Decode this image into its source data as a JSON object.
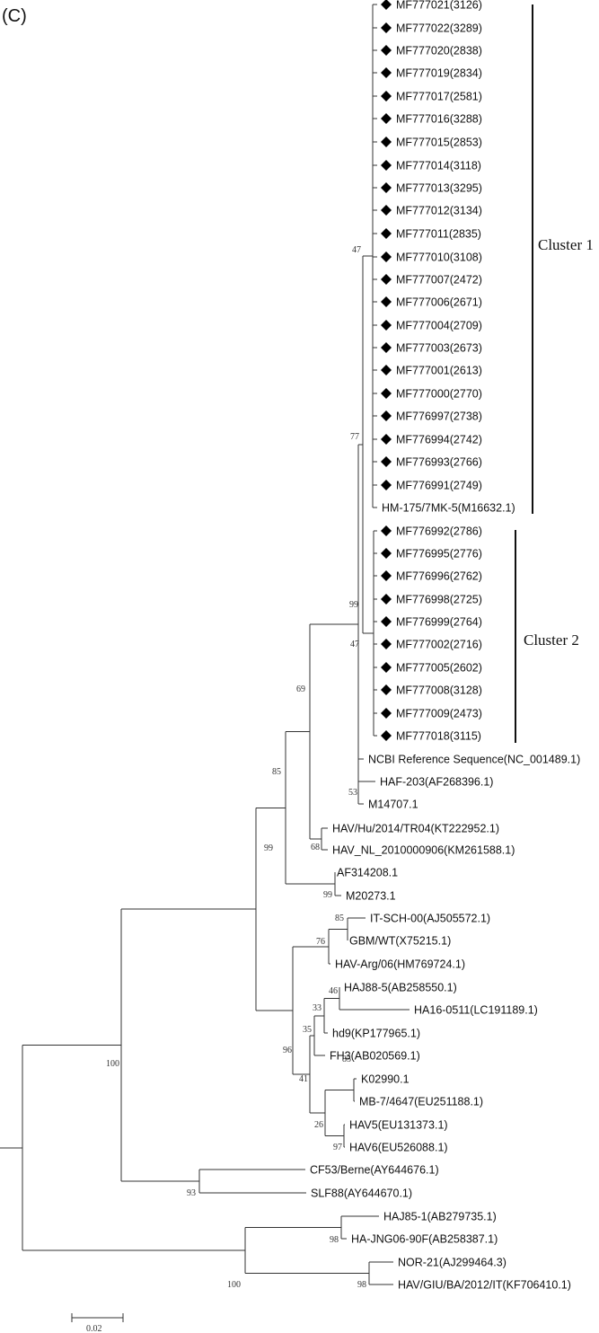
{
  "panel_label": "(C)",
  "scale_bar_label": "0.02",
  "clusters": [
    "Cluster 1",
    "Cluster 2"
  ],
  "leaves": [
    {
      "label": "MF777021(3126)",
      "diamond": true
    },
    {
      "label": "MF777022(3289)",
      "diamond": true
    },
    {
      "label": "MF777020(2838)",
      "diamond": true
    },
    {
      "label": "MF777019(2834)",
      "diamond": true
    },
    {
      "label": "MF777017(2581)",
      "diamond": true
    },
    {
      "label": "MF777016(3288)",
      "diamond": true
    },
    {
      "label": "MF777015(2853)",
      "diamond": true
    },
    {
      "label": "MF777014(3118)",
      "diamond": true
    },
    {
      "label": "MF777013(3295)",
      "diamond": true
    },
    {
      "label": "MF777012(3134)",
      "diamond": true
    },
    {
      "label": "MF777011(2835)",
      "diamond": true
    },
    {
      "label": "MF777010(3108)",
      "diamond": true
    },
    {
      "label": "MF777007(2472)",
      "diamond": true
    },
    {
      "label": "MF777006(2671)",
      "diamond": true
    },
    {
      "label": "MF777004(2709)",
      "diamond": true
    },
    {
      "label": "MF777003(2673)",
      "diamond": true
    },
    {
      "label": "MF777001(2613)",
      "diamond": true
    },
    {
      "label": "MF777000(2770)",
      "diamond": true
    },
    {
      "label": "MF776997(2738)",
      "diamond": true
    },
    {
      "label": "MF776994(2742)",
      "diamond": true
    },
    {
      "label": "MF776993(2766)",
      "diamond": true
    },
    {
      "label": "MF776991(2749)",
      "diamond": true
    },
    {
      "label": "HM-175/7MK-5(M16632.1)",
      "diamond": false
    },
    {
      "label": "MF776992(2786)",
      "diamond": true
    },
    {
      "label": "MF776995(2776)",
      "diamond": true
    },
    {
      "label": "MF776996(2762)",
      "diamond": true
    },
    {
      "label": "MF776998(2725)",
      "diamond": true
    },
    {
      "label": "MF776999(2764)",
      "diamond": true
    },
    {
      "label": "MF777002(2716)",
      "diamond": true
    },
    {
      "label": "MF777005(2602)",
      "diamond": true
    },
    {
      "label": "MF777008(3128)",
      "diamond": true
    },
    {
      "label": "MF777009(2473)",
      "diamond": true
    },
    {
      "label": "MF777018(3115)",
      "diamond": true
    },
    {
      "label": "NCBI Reference Sequence(NC_001489.1)",
      "diamond": false
    },
    {
      "label": "HAF-203(AF268396.1)",
      "diamond": false
    },
    {
      "label": "M14707.1",
      "diamond": false
    },
    {
      "label": "HAV/Hu/2014/TR04(KT222952.1)",
      "diamond": false
    },
    {
      "label": "HAV_NL_2010000906(KM261588.1)",
      "diamond": false
    },
    {
      "label": "AF314208.1",
      "diamond": false
    },
    {
      "label": "M20273.1",
      "diamond": false
    },
    {
      "label": "IT-SCH-00(AJ505572.1)",
      "diamond": false
    },
    {
      "label": "GBM/WT(X75215.1)",
      "diamond": false
    },
    {
      "label": "HAV-Arg/06(HM769724.1)",
      "diamond": false
    },
    {
      "label": "HAJ88-5(AB258550.1)",
      "diamond": false
    },
    {
      "label": "HA16-0511(LC191189.1)",
      "diamond": false
    },
    {
      "label": "hd9(KP177965.1)",
      "diamond": false
    },
    {
      "label": "FH3(AB020569.1)",
      "diamond": false
    },
    {
      "label": "K02990.1",
      "diamond": false
    },
    {
      "label": "MB-7/4647(EU251188.1)",
      "diamond": false
    },
    {
      "label": "HAV5(EU131373.1)",
      "diamond": false
    },
    {
      "label": "HAV6(EU526088.1)",
      "diamond": false
    },
    {
      "label": "CF53/Berne(AY644676.1)",
      "diamond": false
    },
    {
      "label": "SLF88(AY644670.1)",
      "diamond": false
    },
    {
      "label": "HAJ85-1(AB279735.1)",
      "diamond": false
    },
    {
      "label": "HA-JNG06-90F(AB258387.1)",
      "diamond": false
    },
    {
      "label": "NOR-21(AJ299464.3)",
      "diamond": false
    },
    {
      "label": "HAV/GIU/BA/2012/IT(KF706410.1)",
      "diamond": false
    }
  ],
  "bootstrap_values": [
    "47",
    "77",
    "99",
    "47",
    "53",
    "69",
    "68",
    "85",
    "99",
    "99",
    "85",
    "76",
    "46",
    "33",
    "35",
    "96",
    "41",
    "85",
    "26",
    "97",
    "100",
    "93",
    "98",
    "100",
    "98"
  ]
}
